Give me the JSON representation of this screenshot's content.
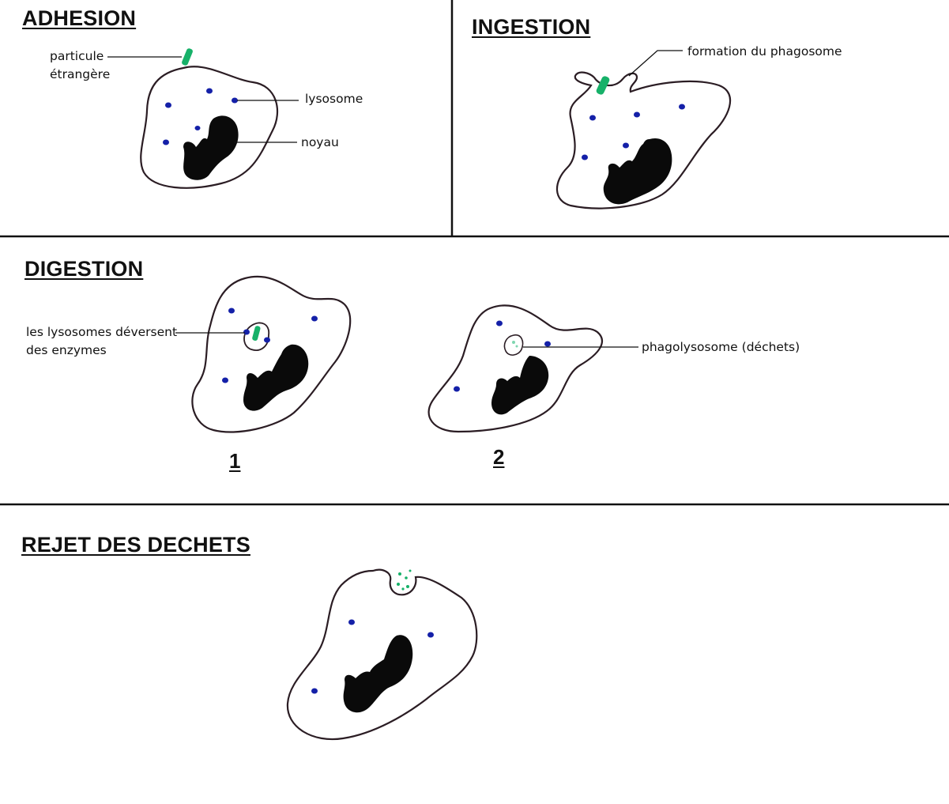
{
  "panels": {
    "adhesion": {
      "title": "ADHESION",
      "labels": {
        "particle_line1": "particule",
        "particle_line2": "étrangère",
        "lysosome": "lysosome",
        "nucleus": "noyau"
      }
    },
    "ingestion": {
      "title": "INGESTION",
      "labels": {
        "phagosome": "formation du phagosome"
      }
    },
    "digestion": {
      "title": "DIGESTION",
      "labels": {
        "enzymes_line1": "les lysosomes déversent",
        "enzymes_line2": "des enzymes",
        "phagolysosome": "phagolysosome (déchets)"
      },
      "steps": [
        "1",
        "2"
      ]
    },
    "rejection": {
      "title": "REJET DES DECHETS"
    }
  },
  "colors": {
    "particle": "#17b169",
    "lysosome": "#1420a8",
    "nucleus": "#0a0a0a",
    "outline": "#2b1d24"
  }
}
